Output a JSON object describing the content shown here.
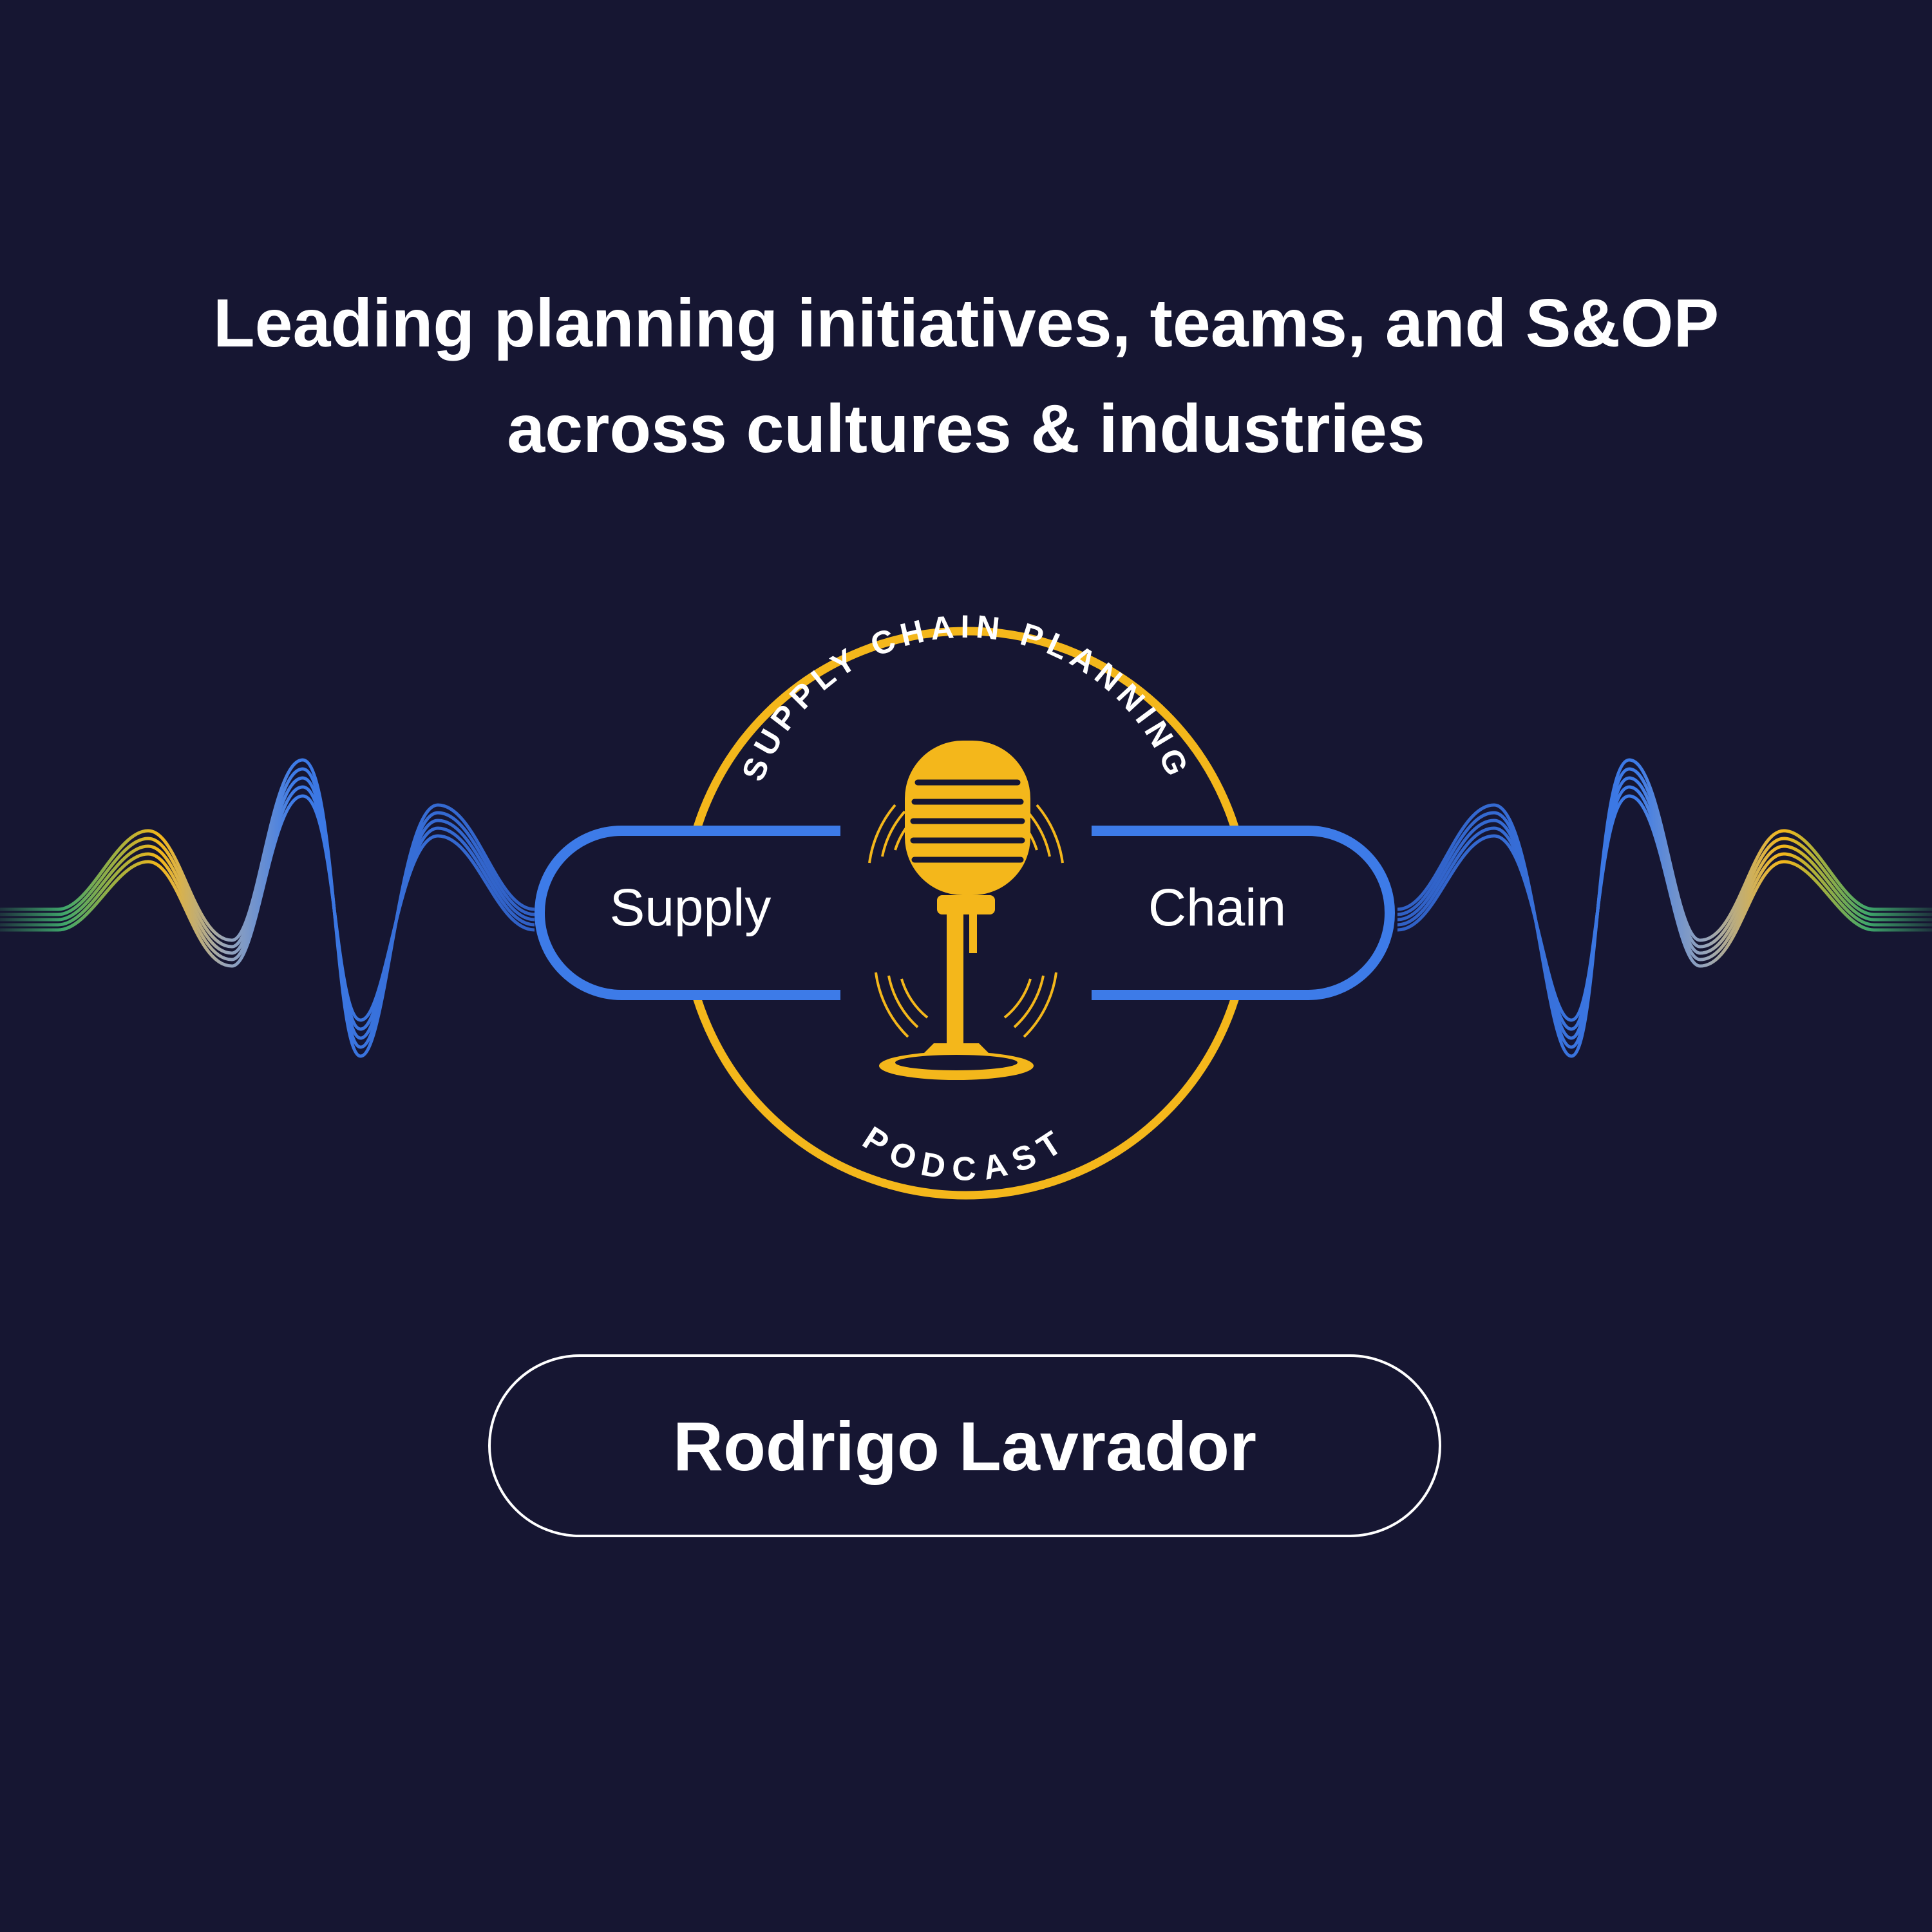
{
  "headline": {
    "line1": "Leading planning initiatives, teams, and S&OP",
    "line2": "across cultures & industries"
  },
  "logo": {
    "arc_top_text": "SUPPLY CHAIN PLANNING",
    "arc_bottom_text": "PODCAST",
    "pill_left_text": "Supply",
    "pill_right_text": "Chain",
    "ring_color": "#F4B71B",
    "pill_color": "#3D7BE8",
    "mic_color": "#F4B71B"
  },
  "guest": {
    "name": "Rodrigo Lavrador"
  },
  "colors": {
    "background": "#161632",
    "text": "#FFFFFF",
    "wave_blue": "#3D7BE8",
    "wave_gold": "#F4B71B",
    "wave_green": "#3FA66B"
  }
}
